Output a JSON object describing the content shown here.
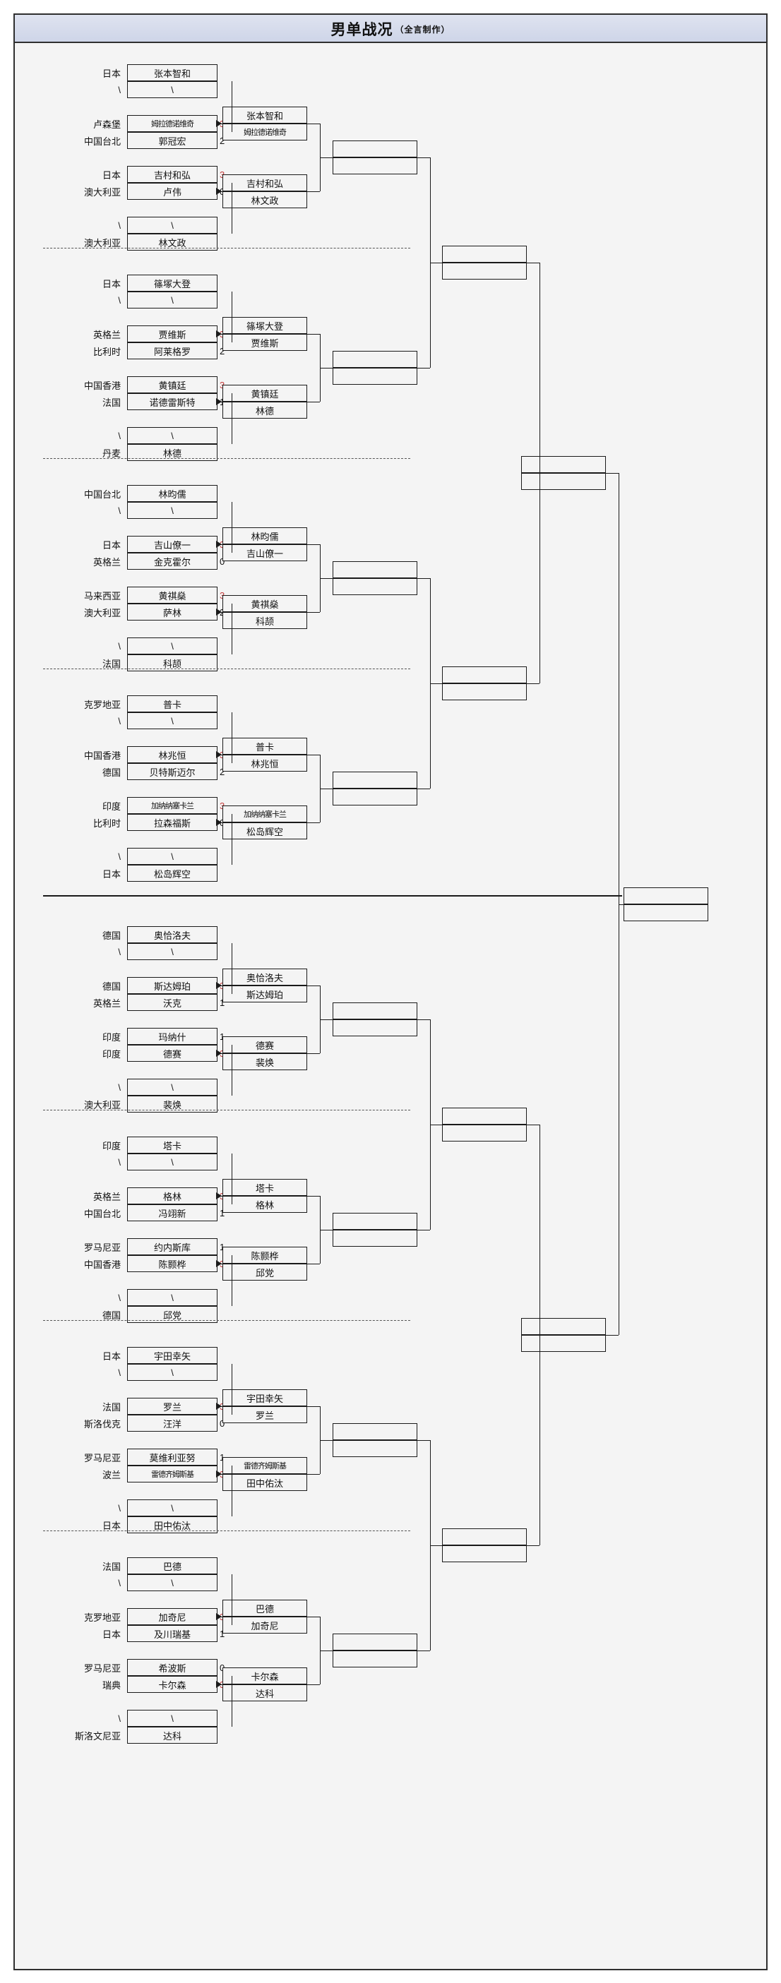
{
  "header": {
    "title": "男单战况",
    "subtitle": "（全言制作）"
  },
  "colors": {
    "frame_border": "#2f2f2f",
    "title_bg": "#ced5e8",
    "winner_score": "#c43c3c",
    "loser_score": "#111111",
    "cell_bg": "#f4f4f4"
  },
  "glyphs": {
    "bye": "\\"
  },
  "bracket": {
    "r1": [
      {
        "id": "r1-01",
        "flag": "日本",
        "name": "张本智和",
        "score": "",
        "win": false
      },
      {
        "id": "r1-02",
        "flag": "\\",
        "name": "\\",
        "score": "",
        "win": false
      },
      {
        "id": "r1-03",
        "flag": "卢森堡",
        "name": "姆拉德诺维奇",
        "score": "3",
        "win": true
      },
      {
        "id": "r1-04",
        "flag": "中国台北",
        "name": "郭冠宏",
        "score": "2",
        "win": false
      },
      {
        "id": "r1-05",
        "flag": "日本",
        "name": "吉村和弘",
        "score": "3",
        "win": true
      },
      {
        "id": "r1-06",
        "flag": "澳大利亚",
        "name": "卢伟",
        "score": "0",
        "win": false
      },
      {
        "id": "r1-07",
        "flag": "\\",
        "name": "\\",
        "score": "",
        "win": false
      },
      {
        "id": "r1-08",
        "flag": "澳大利亚",
        "name": "林文政",
        "score": "",
        "win": false
      },
      {
        "id": "r1-09",
        "flag": "日本",
        "name": "篠塚大登",
        "score": "",
        "win": false
      },
      {
        "id": "r1-10",
        "flag": "\\",
        "name": "\\",
        "score": "",
        "win": false
      },
      {
        "id": "r1-11",
        "flag": "英格兰",
        "name": "贾维斯",
        "score": "3",
        "win": true
      },
      {
        "id": "r1-12",
        "flag": "比利时",
        "name": "阿莱格罗",
        "score": "2",
        "win": false
      },
      {
        "id": "r1-13",
        "flag": "中国香港",
        "name": "黄镇廷",
        "score": "3",
        "win": true
      },
      {
        "id": "r1-14",
        "flag": "法国",
        "name": "诺德雷斯特",
        "score": "1",
        "win": false
      },
      {
        "id": "r1-15",
        "flag": "\\",
        "name": "\\",
        "score": "",
        "win": false
      },
      {
        "id": "r1-16",
        "flag": "丹麦",
        "name": "林德",
        "score": "",
        "win": false
      },
      {
        "id": "r1-17",
        "flag": "中国台北",
        "name": "林昀儒",
        "score": "",
        "win": false
      },
      {
        "id": "r1-18",
        "flag": "\\",
        "name": "\\",
        "score": "",
        "win": false
      },
      {
        "id": "r1-19",
        "flag": "日本",
        "name": "吉山僚一",
        "score": "3",
        "win": true
      },
      {
        "id": "r1-20",
        "flag": "英格兰",
        "name": "金克霍尔",
        "score": "0",
        "win": false
      },
      {
        "id": "r1-21",
        "flag": "马来西亚",
        "name": "黄祺燊",
        "score": "3",
        "win": true
      },
      {
        "id": "r1-22",
        "flag": "澳大利亚",
        "name": "萨林",
        "score": "2",
        "win": false
      },
      {
        "id": "r1-23",
        "flag": "\\",
        "name": "\\",
        "score": "",
        "win": false
      },
      {
        "id": "r1-24",
        "flag": "法国",
        "name": "科颉",
        "score": "",
        "win": false
      },
      {
        "id": "r1-25",
        "flag": "克罗地亚",
        "name": "普卡",
        "score": "",
        "win": false
      },
      {
        "id": "r1-26",
        "flag": "\\",
        "name": "\\",
        "score": "",
        "win": false
      },
      {
        "id": "r1-27",
        "flag": "中国香港",
        "name": "林兆恒",
        "score": "3",
        "win": true
      },
      {
        "id": "r1-28",
        "flag": "德国",
        "name": "贝特斯迈尔",
        "score": "2",
        "win": false
      },
      {
        "id": "r1-29",
        "flag": "印度",
        "name": "加纳纳塞卡兰",
        "score": "3",
        "win": true
      },
      {
        "id": "r1-30",
        "flag": "比利时",
        "name": "拉森福斯",
        "score": "0",
        "win": false
      },
      {
        "id": "r1-31",
        "flag": "\\",
        "name": "\\",
        "score": "",
        "win": false
      },
      {
        "id": "r1-32",
        "flag": "日本",
        "name": "松岛辉空",
        "score": "",
        "win": false
      },
      {
        "id": "r1-33",
        "flag": "德国",
        "name": "奥恰洛夫",
        "score": "",
        "win": false
      },
      {
        "id": "r1-34",
        "flag": "\\",
        "name": "\\",
        "score": "",
        "win": false
      },
      {
        "id": "r1-35",
        "flag": "德国",
        "name": "斯达姆珀",
        "score": "3",
        "win": true
      },
      {
        "id": "r1-36",
        "flag": "英格兰",
        "name": "沃克",
        "score": "1",
        "win": false
      },
      {
        "id": "r1-37",
        "flag": "印度",
        "name": "玛纳什",
        "score": "1",
        "win": false
      },
      {
        "id": "r1-38",
        "flag": "印度",
        "name": "德赛",
        "score": "3",
        "win": true
      },
      {
        "id": "r1-39",
        "flag": "\\",
        "name": "\\",
        "score": "",
        "win": false
      },
      {
        "id": "r1-40",
        "flag": "澳大利亚",
        "name": "裴焕",
        "score": "",
        "win": false
      },
      {
        "id": "r1-41",
        "flag": "印度",
        "name": "塔卡",
        "score": "",
        "win": false
      },
      {
        "id": "r1-42",
        "flag": "\\",
        "name": "\\",
        "score": "",
        "win": false
      },
      {
        "id": "r1-43",
        "flag": "英格兰",
        "name": "格林",
        "score": "3",
        "win": true
      },
      {
        "id": "r1-44",
        "flag": "中国台北",
        "name": "冯翊新",
        "score": "1",
        "win": false
      },
      {
        "id": "r1-45",
        "flag": "罗马尼亚",
        "name": "约内斯库",
        "score": "1",
        "win": false
      },
      {
        "id": "r1-46",
        "flag": "中国香港",
        "name": "陈颢桦",
        "score": "3",
        "win": true
      },
      {
        "id": "r1-47",
        "flag": "\\",
        "name": "\\",
        "score": "",
        "win": false
      },
      {
        "id": "r1-48",
        "flag": "德国",
        "name": "邱党",
        "score": "",
        "win": false
      },
      {
        "id": "r1-49",
        "flag": "日本",
        "name": "宇田幸矢",
        "score": "",
        "win": false
      },
      {
        "id": "r1-50",
        "flag": "\\",
        "name": "\\",
        "score": "",
        "win": false
      },
      {
        "id": "r1-51",
        "flag": "法国",
        "name": "罗兰",
        "score": "3",
        "win": true
      },
      {
        "id": "r1-52",
        "flag": "斯洛伐克",
        "name": "汪洋",
        "score": "0",
        "win": false
      },
      {
        "id": "r1-53",
        "flag": "罗马尼亚",
        "name": "莫维利亚努",
        "score": "1",
        "win": false
      },
      {
        "id": "r1-54",
        "flag": "波兰",
        "name": "雷德齐姆斯基",
        "score": "3",
        "win": true
      },
      {
        "id": "r1-55",
        "flag": "\\",
        "name": "\\",
        "score": "",
        "win": false
      },
      {
        "id": "r1-56",
        "flag": "日本",
        "name": "田中佑汰",
        "score": "",
        "win": false
      },
      {
        "id": "r1-57",
        "flag": "法国",
        "name": "巴德",
        "score": "",
        "win": false
      },
      {
        "id": "r1-58",
        "flag": "\\",
        "name": "\\",
        "score": "",
        "win": false
      },
      {
        "id": "r1-59",
        "flag": "克罗地亚",
        "name": "加奇尼",
        "score": "3",
        "win": true
      },
      {
        "id": "r1-60",
        "flag": "日本",
        "name": "及川瑞基",
        "score": "1",
        "win": false
      },
      {
        "id": "r1-61",
        "flag": "罗马尼亚",
        "name": "希波斯",
        "score": "0",
        "win": false
      },
      {
        "id": "r1-62",
        "flag": "瑞典",
        "name": "卡尔森",
        "score": "3",
        "win": true
      },
      {
        "id": "r1-63",
        "flag": "\\",
        "name": "\\",
        "score": "",
        "win": false
      },
      {
        "id": "r1-64",
        "flag": "斯洛文尼亚",
        "name": "达科",
        "score": "",
        "win": false
      }
    ],
    "r2": [
      {
        "id": "r2-01",
        "top": "张本智和",
        "bottom": "姆拉德诺维奇"
      },
      {
        "id": "r2-02",
        "top": "吉村和弘",
        "bottom": "林文政"
      },
      {
        "id": "r2-03",
        "top": "篠塚大登",
        "bottom": "贾维斯"
      },
      {
        "id": "r2-04",
        "top": "黄镇廷",
        "bottom": "林德"
      },
      {
        "id": "r2-05",
        "top": "林昀儒",
        "bottom": "吉山僚一"
      },
      {
        "id": "r2-06",
        "top": "黄祺燊",
        "bottom": "科颉"
      },
      {
        "id": "r2-07",
        "top": "普卡",
        "bottom": "林兆恒"
      },
      {
        "id": "r2-08",
        "top": "加纳纳塞卡兰",
        "bottom": "松岛辉空"
      },
      {
        "id": "r2-09",
        "top": "奥恰洛夫",
        "bottom": "斯达姆珀"
      },
      {
        "id": "r2-10",
        "top": "德赛",
        "bottom": "裴焕"
      },
      {
        "id": "r2-11",
        "top": "塔卡",
        "bottom": "格林"
      },
      {
        "id": "r2-12",
        "top": "陈颢桦",
        "bottom": "邱党"
      },
      {
        "id": "r2-13",
        "top": "宇田幸矢",
        "bottom": "罗兰"
      },
      {
        "id": "r2-14",
        "top": "雷德齐姆斯基",
        "bottom": "田中佑汰"
      },
      {
        "id": "r2-15",
        "top": "巴德",
        "bottom": "加奇尼"
      },
      {
        "id": "r2-16",
        "top": "卡尔森",
        "bottom": "达科"
      }
    ],
    "r3": [
      {
        "id": "r3-01",
        "top": "",
        "bottom": ""
      },
      {
        "id": "r3-02",
        "top": "",
        "bottom": ""
      },
      {
        "id": "r3-03",
        "top": "",
        "bottom": ""
      },
      {
        "id": "r3-04",
        "top": "",
        "bottom": ""
      },
      {
        "id": "r3-05",
        "top": "",
        "bottom": ""
      },
      {
        "id": "r3-06",
        "top": "",
        "bottom": ""
      },
      {
        "id": "r3-07",
        "top": "",
        "bottom": ""
      },
      {
        "id": "r3-08",
        "top": "",
        "bottom": ""
      }
    ],
    "r4": [
      {
        "id": "r4-01",
        "top": "",
        "bottom": ""
      },
      {
        "id": "r4-02",
        "top": "",
        "bottom": ""
      },
      {
        "id": "r4-03",
        "top": "",
        "bottom": ""
      },
      {
        "id": "r4-04",
        "top": "",
        "bottom": ""
      }
    ],
    "r5": [
      {
        "id": "r5-01",
        "top": "",
        "bottom": ""
      },
      {
        "id": "r5-02",
        "top": "",
        "bottom": ""
      }
    ],
    "final": [
      {
        "id": "fin-01",
        "top": "",
        "bottom": ""
      }
    ]
  }
}
